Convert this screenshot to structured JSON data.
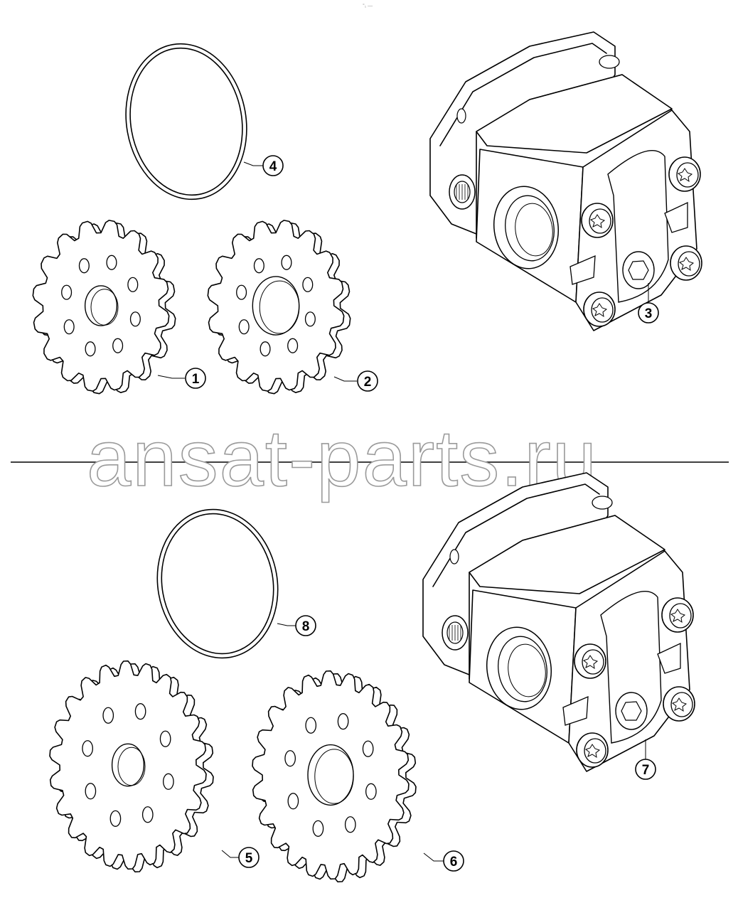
{
  "page_mark": "°₁ —",
  "watermark": "ansat-parts.ru",
  "callouts": [
    {
      "label": "1"
    },
    {
      "label": "2"
    },
    {
      "label": "3"
    },
    {
      "label": "4"
    },
    {
      "label": "5"
    },
    {
      "label": "6"
    },
    {
      "label": "7"
    },
    {
      "label": "8"
    }
  ],
  "colors": {
    "line": "#000000",
    "background": "#ffffff",
    "watermark_outline": "#9a9a9a"
  }
}
